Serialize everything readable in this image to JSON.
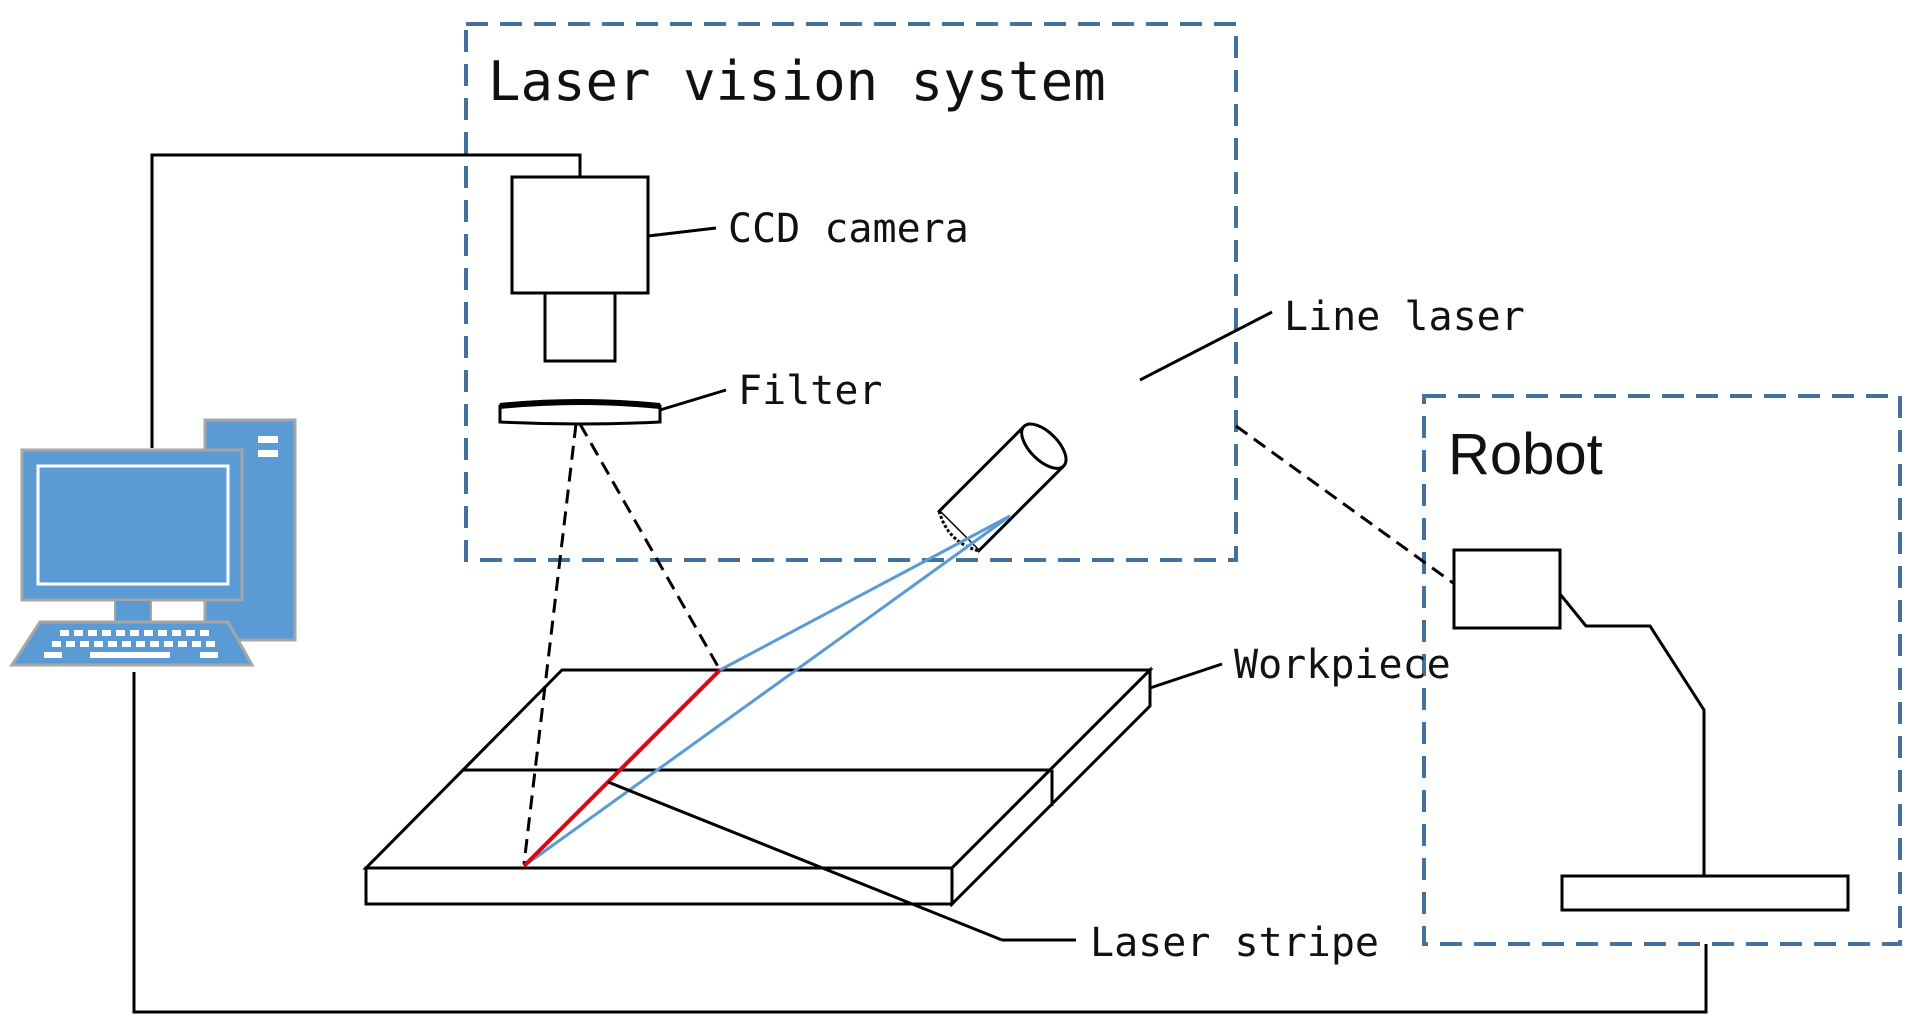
{
  "labels": {
    "vision_system": "Laser vision system",
    "robot": "Robot",
    "ccd_camera": "CCD camera",
    "filter": "Filter",
    "line_laser": "Line laser",
    "workpiece": "Workpiece",
    "laser_stripe": "Laser stripe"
  },
  "colors": {
    "frame_dash": "#41719c",
    "line": "#000000",
    "laser_beam": "#5b9bd5",
    "laser_stripe": "#e8000b",
    "computer_fill": "#5b9bd5",
    "computer_stroke": "#a6a6a6"
  },
  "icons": {
    "computer": "desktop-computer-icon",
    "camera": "ccd-camera-icon",
    "laser": "line-laser-icon"
  }
}
